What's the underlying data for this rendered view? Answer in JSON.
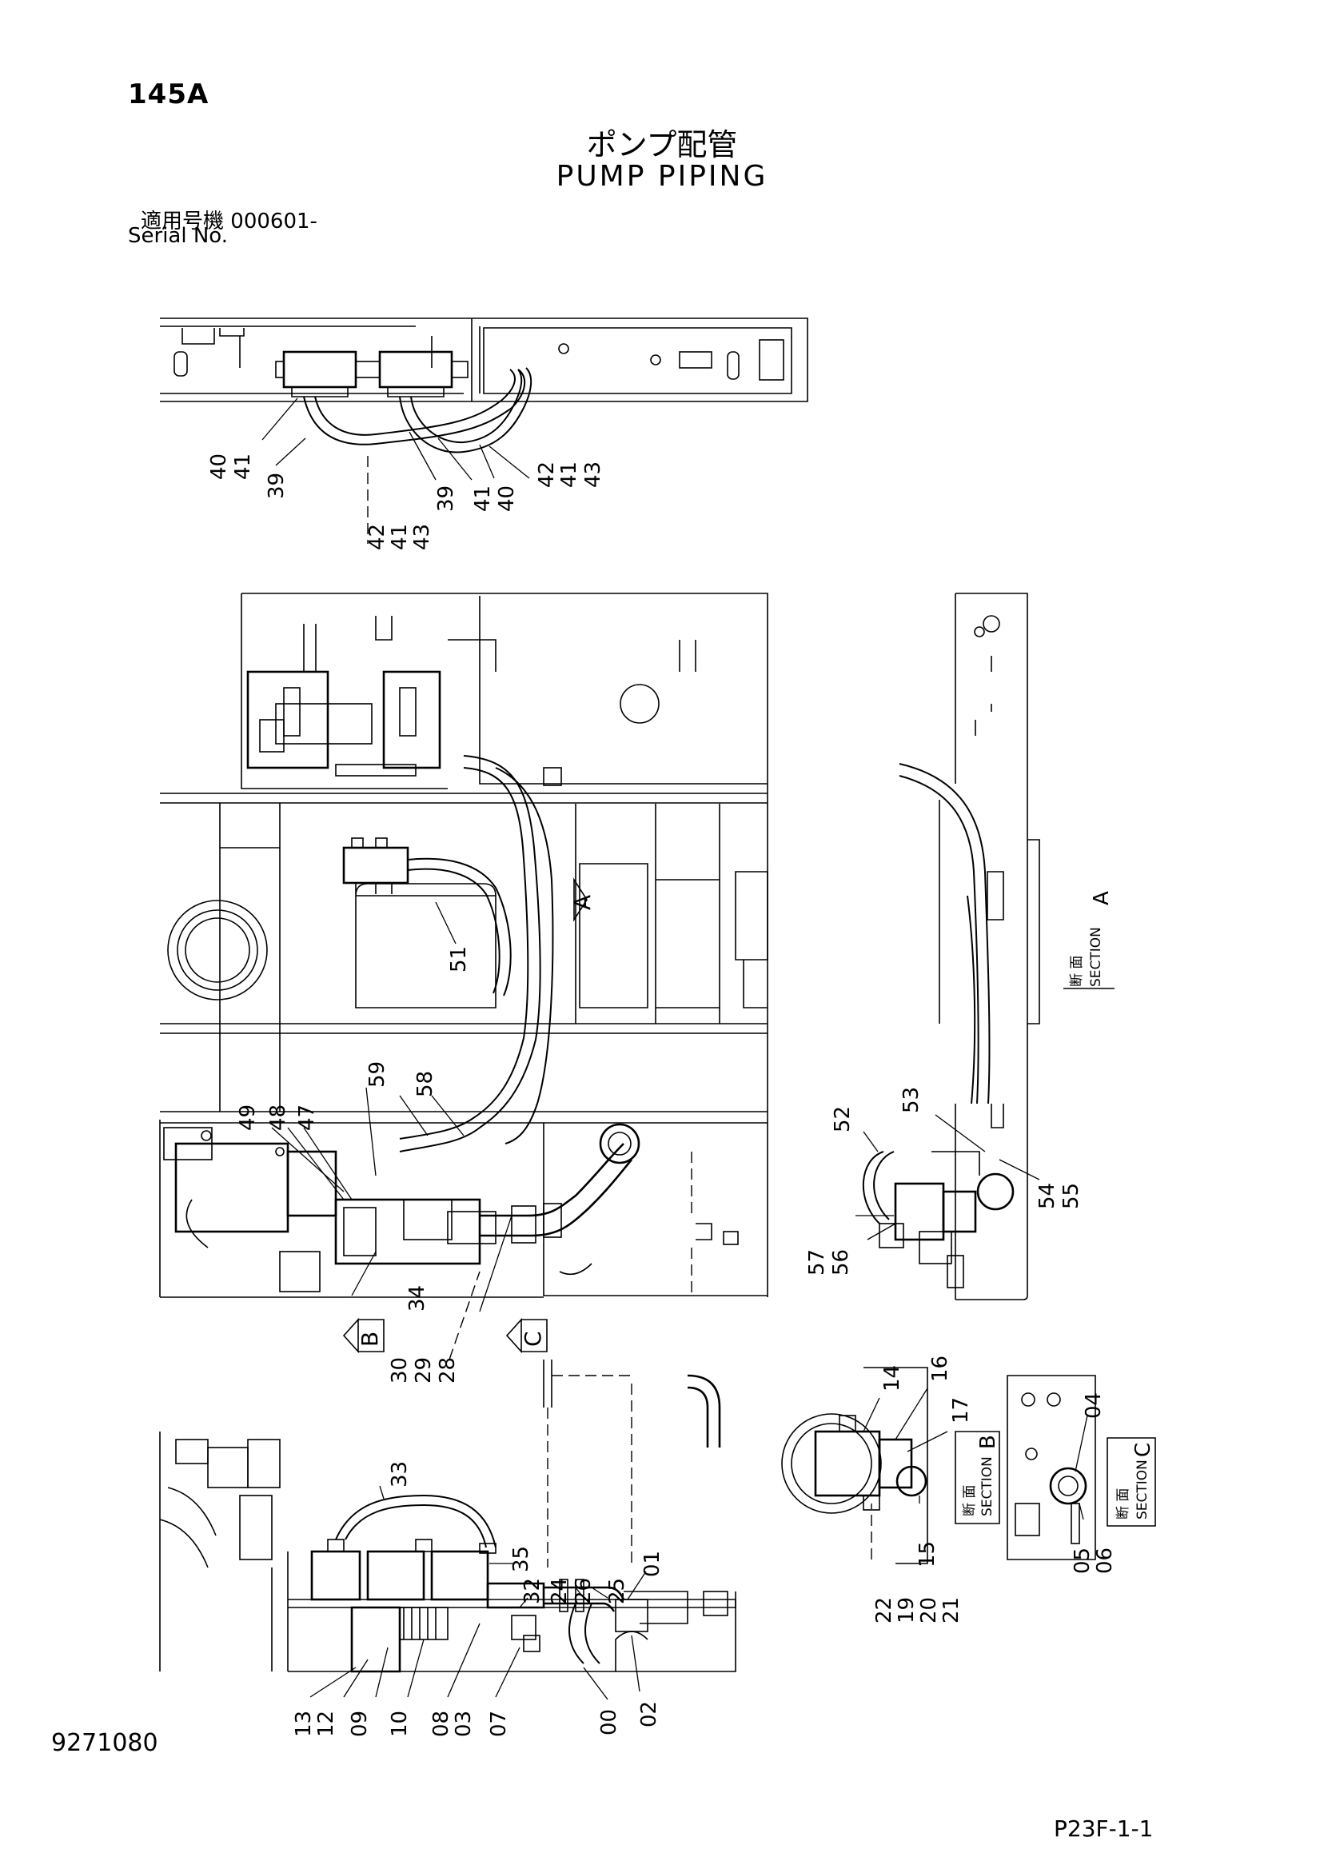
{
  "header": {
    "model_code": "145A",
    "title_jp": "ポンプ配管",
    "title_en": "PUMP PIPING",
    "serial_label_jp": "適用号機",
    "serial_value": "000601-",
    "serial_label_en": "Serial No."
  },
  "footer": {
    "doc_number": "9271080",
    "page_code": "P23F-1-1"
  },
  "sections": {
    "a": {
      "jp": "断 面",
      "en": "SECTION",
      "letter": "A"
    },
    "b": {
      "jp": "断 面",
      "en": "SECTION",
      "letter": "B"
    },
    "c": {
      "jp": "断 面",
      "en": "SECTION",
      "letter": "C"
    }
  },
  "view_markers": {
    "a": "A",
    "b": "B",
    "c": "C"
  },
  "part_labels": {
    "top": [
      "40",
      "41",
      "39",
      "42",
      "41",
      "43",
      "39",
      "41",
      "40",
      "42",
      "41",
      "43"
    ],
    "middle": [
      "51",
      "59",
      "58",
      "49",
      "48",
      "47",
      "34",
      "30",
      "29",
      "28"
    ],
    "section_a": [
      "52",
      "53",
      "54",
      "55",
      "57",
      "56"
    ],
    "section_b": [
      "14",
      "16",
      "17",
      "15",
      "22",
      "19",
      "20",
      "21"
    ],
    "section_c": [
      "04",
      "05",
      "06"
    ],
    "bottom": [
      "33",
      "35",
      "32",
      "24",
      "26",
      "25",
      "01",
      "13",
      "12",
      "09",
      "10",
      "08",
      "03",
      "07",
      "00",
      "02"
    ]
  }
}
